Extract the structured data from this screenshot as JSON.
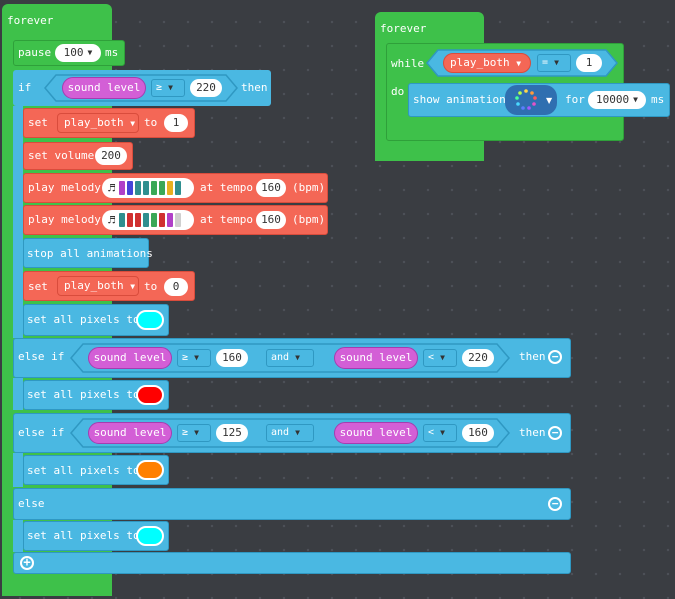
{
  "left_stack": {
    "forever_label": "forever",
    "pause": {
      "label": "pause",
      "value": "100",
      "unit": "ms"
    },
    "if": {
      "if_label": "if",
      "then_label": "then",
      "reporter": "sound level",
      "op": "≥",
      "value": "220"
    },
    "set1": {
      "label": "set",
      "var": "play_both",
      "to": "to",
      "value": "1"
    },
    "volume": {
      "label": "set volume",
      "value": "200"
    },
    "melody1": {
      "label": "play melody",
      "tempo_label": "at tempo",
      "tempo": "160",
      "unit": "(bpm)",
      "notes": [
        "#b040c8",
        "#4444d8",
        "#2f8f8f",
        "#2f8f8f",
        "#3aa856",
        "#3aa856",
        "#e8b020",
        "#2f8f8f"
      ]
    },
    "melody2": {
      "label": "play melody",
      "tempo_label": "at tempo",
      "tempo": "160",
      "unit": "(bpm)",
      "notes": [
        "#2f8f8f",
        "#d03030",
        "#d03030",
        "#2f8f8f",
        "#3aa856",
        "#d03030",
        "#b040c8",
        "#cfcfcf"
      ]
    },
    "stop": {
      "label": "stop all animations"
    },
    "set2": {
      "label": "set",
      "var": "play_both",
      "to": "to",
      "value": "0"
    },
    "pixels1": {
      "label": "set all pixels to",
      "color": "#00ffff"
    },
    "elseif1": {
      "label": "else if",
      "then_label": "then",
      "left_reporter": "sound level",
      "left_op": "≥",
      "left_value": "160",
      "and_label": "and",
      "right_reporter": "sound level",
      "right_op": "<",
      "right_value": "220"
    },
    "pixels2": {
      "label": "set all pixels to",
      "color": "#ff0000"
    },
    "elseif2": {
      "label": "else if",
      "then_label": "then",
      "left_reporter": "sound level",
      "left_op": "≥",
      "left_value": "125",
      "and_label": "and",
      "right_reporter": "sound level",
      "right_op": "<",
      "right_value": "160"
    },
    "pixels3": {
      "label": "set all pixels to",
      "color": "#ff8000"
    },
    "else_label": "else",
    "pixels4": {
      "label": "set all pixels to",
      "color": "#00ffff"
    }
  },
  "right_stack": {
    "forever_label": "forever",
    "while": {
      "label": "while",
      "var": "play_both",
      "op": "=",
      "value": "1",
      "do_label": "do"
    },
    "animation": {
      "label": "show animation",
      "for_label": "for",
      "value": "10000",
      "unit": "ms"
    }
  },
  "colors": {
    "loops": "#3ec14a",
    "logic": "#4ab8e2",
    "variables": "#f46756",
    "input": "#d35fd6"
  },
  "icons": [
    "music-note-icon",
    "dropdown-arrow-icon",
    "minus-circle-icon",
    "plus-circle-icon",
    "animation-ring-icon"
  ]
}
